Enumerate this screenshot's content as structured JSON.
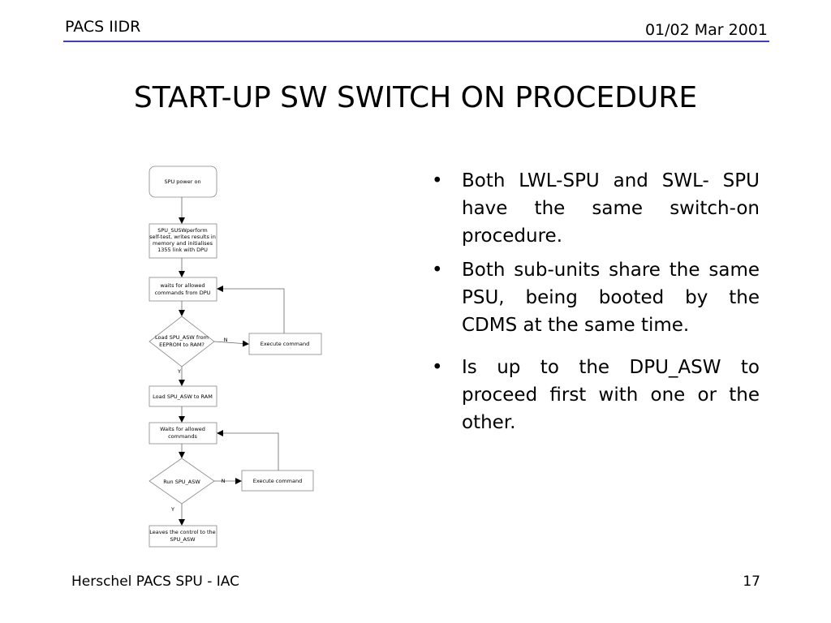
{
  "header": {
    "left": "PACS IIDR",
    "right": "01/02 Mar 2001"
  },
  "title": "START-UP SW SWITCH ON PROCEDURE",
  "bullets": [
    "Both LWL-SPU and SWL- SPU have the same switch-on procedure.",
    "Both sub-units share the same PSU, being booted by the CDMS at the same time.",
    "Is up to the DPU_ASW to proceed first with one or the other."
  ],
  "flowchart": {
    "power_on": "SPU power on",
    "selftest": [
      "SPU_SUSWperform",
      "self-test,  writes results in",
      "memory  and initialises",
      "1355 link with DPU"
    ],
    "waits1": [
      "waits for allowed",
      "commands from DPU"
    ],
    "decision1": [
      "Load SPU_ASW from",
      "EEPROM to RAM?"
    ],
    "exec1": "Execute command",
    "load": "Load SPU_ASW to RAM",
    "waits2": [
      "Waits for allowed",
      "commands"
    ],
    "decision2": "Run SPU_ASW",
    "exec2": "Execute command",
    "leaves": [
      "Leaves the control to the",
      "SPU_ASW"
    ],
    "label_n": "N",
    "label_y": "Y"
  },
  "footer": {
    "left": "Herschel PACS SPU - IAC",
    "right": "17"
  }
}
